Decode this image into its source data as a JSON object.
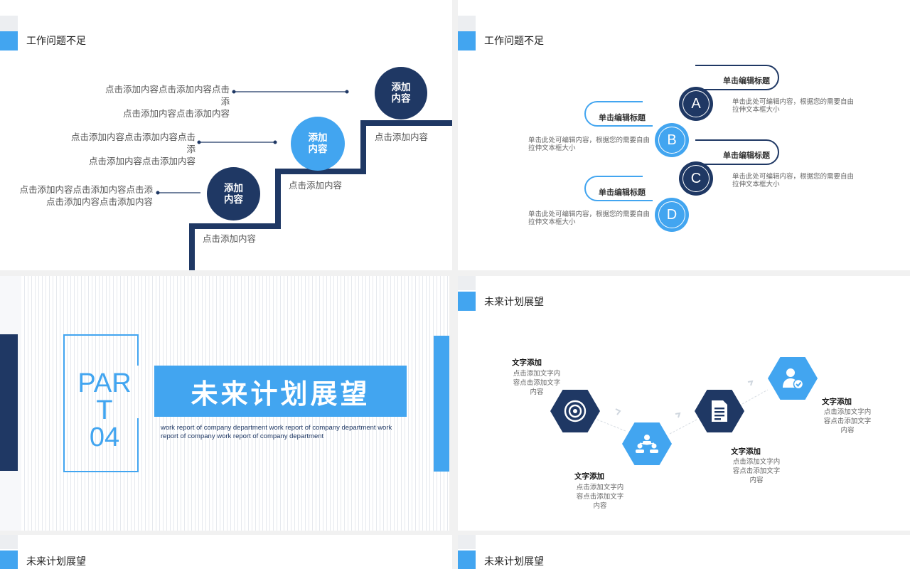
{
  "slide1": {
    "header_title": "工作问题不足",
    "left_texts": [
      {
        "lines": [
          "点击添加内容点击添加内容点击",
          "添",
          "点击添加内容点击添加内容"
        ]
      },
      {
        "lines": [
          "点击添加内容点击添加内容点击",
          "添",
          "点击添加内容点击添加内容"
        ]
      },
      {
        "lines": [
          "点击添加内容点击添加内容点击添",
          "点击添加内容点击添加内容"
        ]
      }
    ],
    "circles": [
      {
        "line1": "添加",
        "line2": "内容"
      },
      {
        "line1": "添加",
        "line2": "内容"
      },
      {
        "line1": "添加",
        "line2": "内容"
      }
    ],
    "step_labels": [
      "点击添加内容",
      "点击添加内容",
      "点击添加内容"
    ]
  },
  "slide2": {
    "header_title": "工作问题不足",
    "items": [
      {
        "letter": "A",
        "title": "单击编辑标题",
        "desc": [
          "单击此处可编辑内容，根据您的需要自由",
          "拉伸文本框大小"
        ]
      },
      {
        "letter": "B",
        "title": "单击编辑标题",
        "desc": [
          "单击此处可编辑内容，根据您的需要自由",
          "拉伸文本框大小"
        ]
      },
      {
        "letter": "C",
        "title": "单击编辑标题",
        "desc": [
          "单击此处可编辑内容，根据您的需要自由",
          "拉伸文本框大小"
        ]
      },
      {
        "letter": "D",
        "title": "单击编辑标题",
        "desc": [
          "单击此处可编辑内容，根据您的需要自由",
          "拉伸文本框大小"
        ]
      }
    ]
  },
  "slide3": {
    "part_line1": "PAR",
    "part_line2": "T",
    "part_line3": "04",
    "title": "未来计划展望",
    "subtitle_lines": [
      "work report of company department work report of company department work",
      "report of company work report of company department"
    ]
  },
  "slide4": {
    "header_title": "未来计划展望",
    "items": [
      {
        "title": "文字添加",
        "desc": [
          "点击添加文字内",
          "容点击添加文字",
          "内容"
        ],
        "icon": "target-icon"
      },
      {
        "title": "文字添加",
        "desc": [
          "点击添加文字内",
          "容点击添加文字",
          "内容"
        ],
        "icon": "team-icon"
      },
      {
        "title": "文字添加",
        "desc": [
          "点击添加文字内",
          "容点击添加文字",
          "内容"
        ],
        "icon": "document-icon"
      },
      {
        "title": "文字添加",
        "desc": [
          "点击添加文字内",
          "容点击添加文字",
          "内容"
        ],
        "icon": "user-check-icon"
      }
    ]
  },
  "slide5": {
    "header_title": "未来计划展望"
  },
  "slide6": {
    "header_title": "未来计划展望"
  },
  "colors": {
    "navy": "#1f3864",
    "sky": "#42a5f0"
  }
}
